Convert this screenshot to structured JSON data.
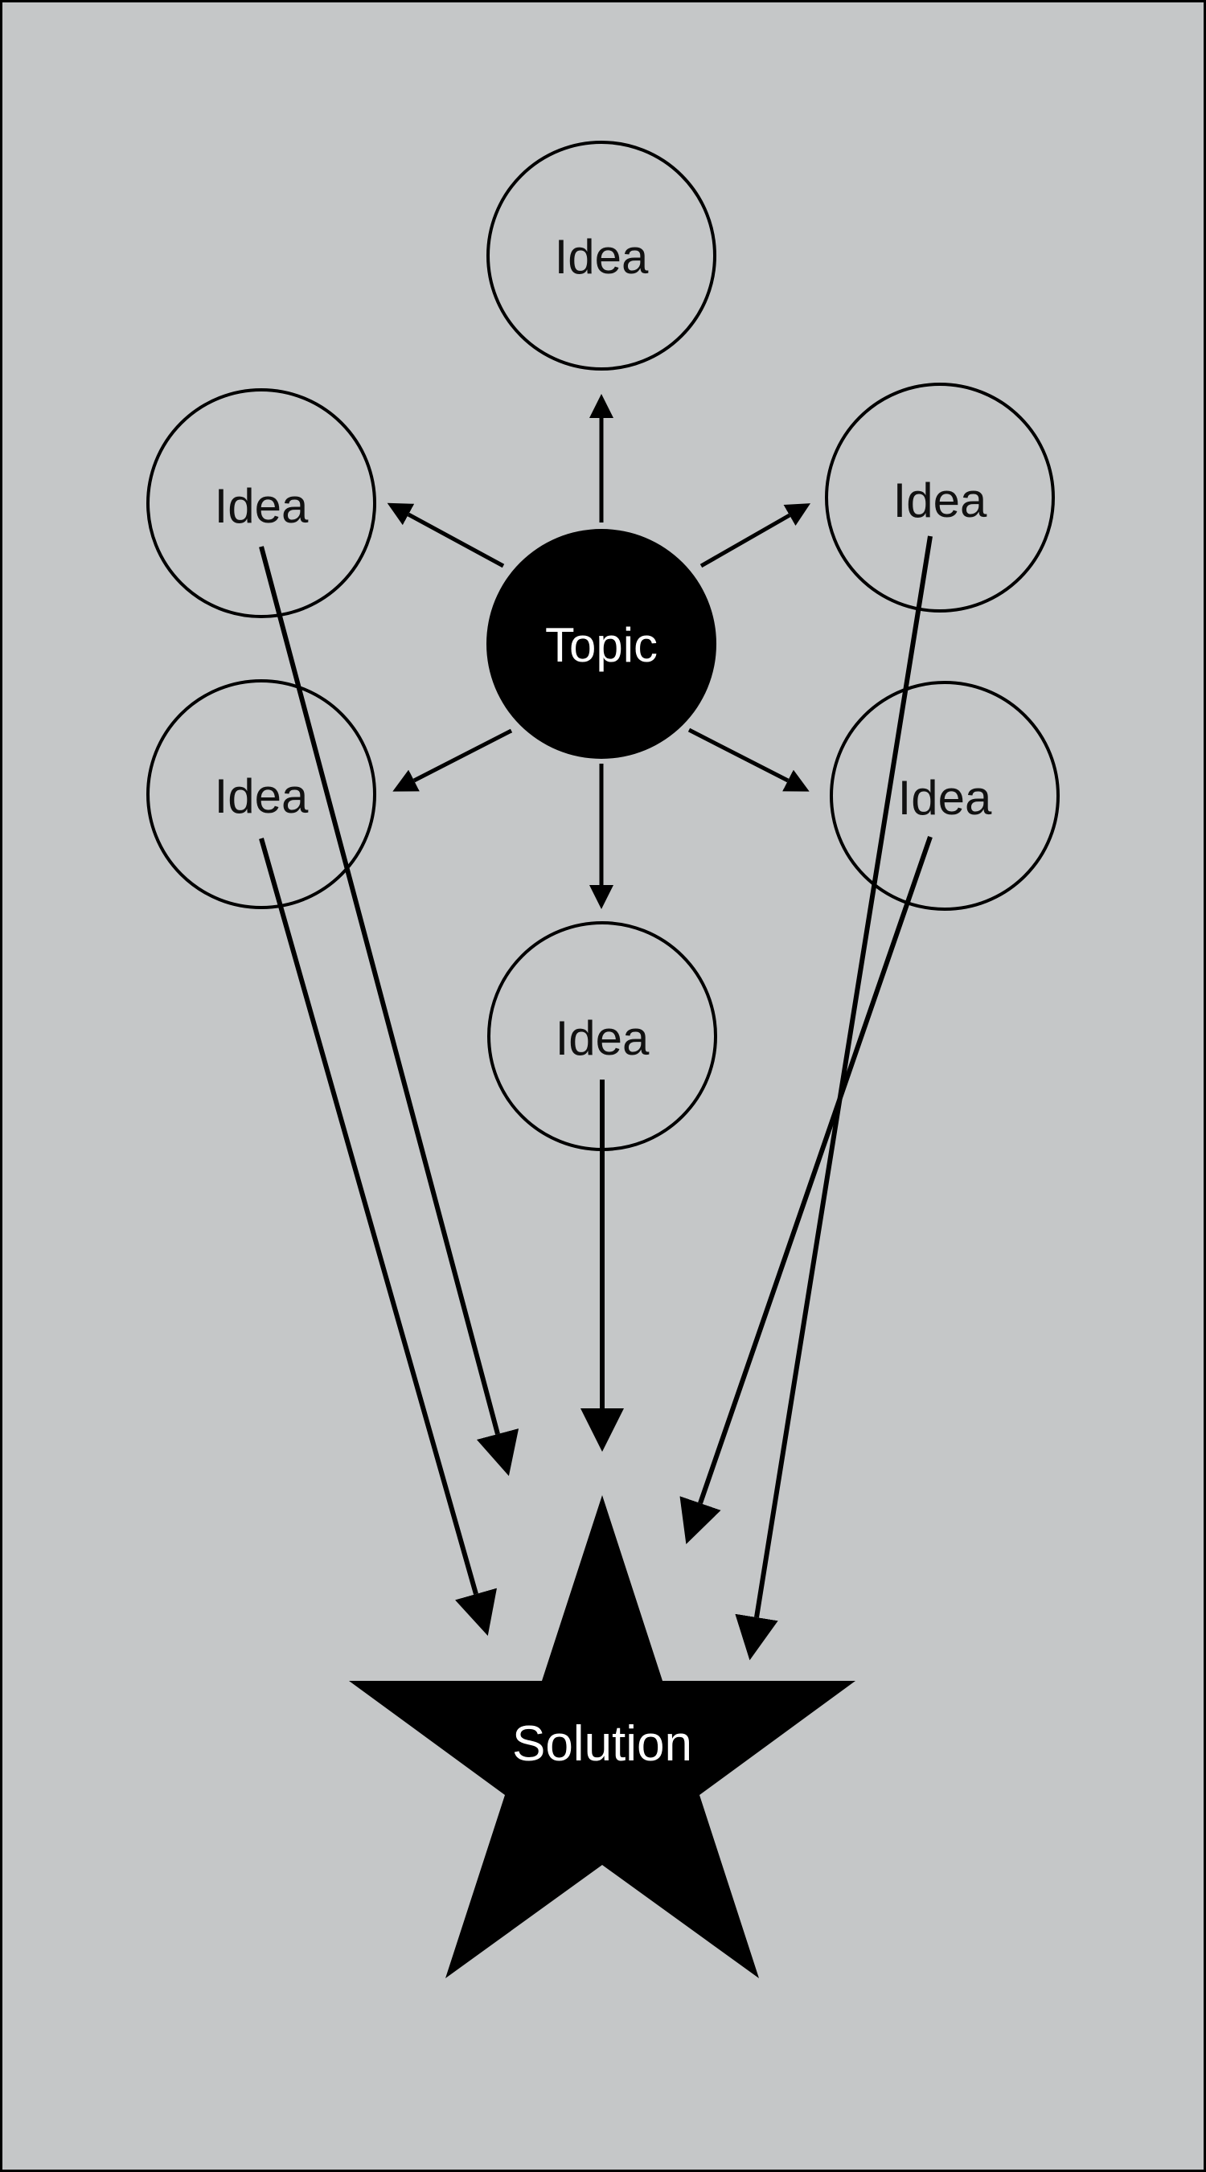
{
  "colors": {
    "background": "#c5c7c8",
    "ink": "#000000",
    "topic_fill": "#000000",
    "solution_fill": "#000000",
    "label_light": "#ffffff",
    "label_dark": "#111111"
  },
  "diagram": {
    "topic": {
      "label": "Topic"
    },
    "ideas": [
      {
        "id": "top",
        "label": "Idea"
      },
      {
        "id": "upper-left",
        "label": "Idea"
      },
      {
        "id": "upper-right",
        "label": "Idea"
      },
      {
        "id": "lower-left",
        "label": "Idea"
      },
      {
        "id": "lower-right",
        "label": "Idea"
      },
      {
        "id": "bottom",
        "label": "Idea"
      }
    ],
    "solution": {
      "label": "Solution"
    },
    "connections": [
      {
        "from": "topic",
        "to": "top"
      },
      {
        "from": "topic",
        "to": "upper-left"
      },
      {
        "from": "topic",
        "to": "upper-right"
      },
      {
        "from": "topic",
        "to": "lower-left"
      },
      {
        "from": "topic",
        "to": "lower-right"
      },
      {
        "from": "topic",
        "to": "bottom"
      },
      {
        "from": "upper-left",
        "to": "solution"
      },
      {
        "from": "lower-left",
        "to": "solution"
      },
      {
        "from": "bottom",
        "to": "solution"
      },
      {
        "from": "lower-right",
        "to": "solution"
      },
      {
        "from": "upper-right",
        "to": "solution"
      }
    ]
  }
}
